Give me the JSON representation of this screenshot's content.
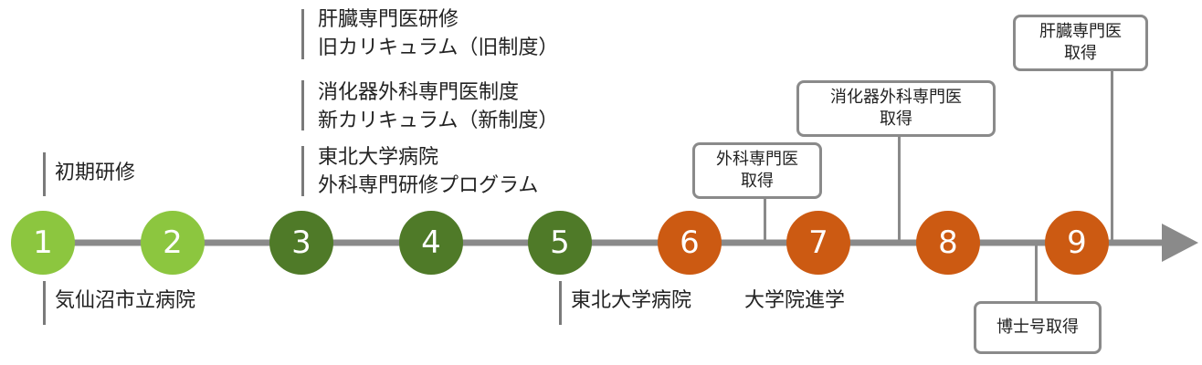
{
  "colors": {
    "light_green": "#8cc63f",
    "dark_green": "#4f7a28",
    "orange": "#cc5a12",
    "line": "#8a8a8a"
  },
  "steps": [
    "1",
    "2",
    "3",
    "4",
    "5",
    "6",
    "7",
    "8",
    "9"
  ],
  "above_labels": {
    "initial_training": "初期研修",
    "tohoku_program_l1": "東北大学病院",
    "tohoku_program_l2": "外科専門研修プログラム",
    "digestive_new_l1": "消化器外科専門医制度",
    "digestive_new_l2": "新カリキュラム（新制度）",
    "liver_old_l1": "肝臓専門医研修",
    "liver_old_l2": "旧カリキュラム（旧制度）"
  },
  "below_labels": {
    "kesennuma": "気仙沼市立病院",
    "tohoku_hospital": "東北大学病院",
    "graduate_school": "大学院進学"
  },
  "milestones": {
    "surgeon_l1": "外科専門医",
    "surgeon_l2": "取得",
    "digestive_l1": "消化器外科専門医",
    "digestive_l2": "取得",
    "liver_l1": "肝臓専門医",
    "liver_l2": "取得",
    "phd": "博士号取得"
  }
}
